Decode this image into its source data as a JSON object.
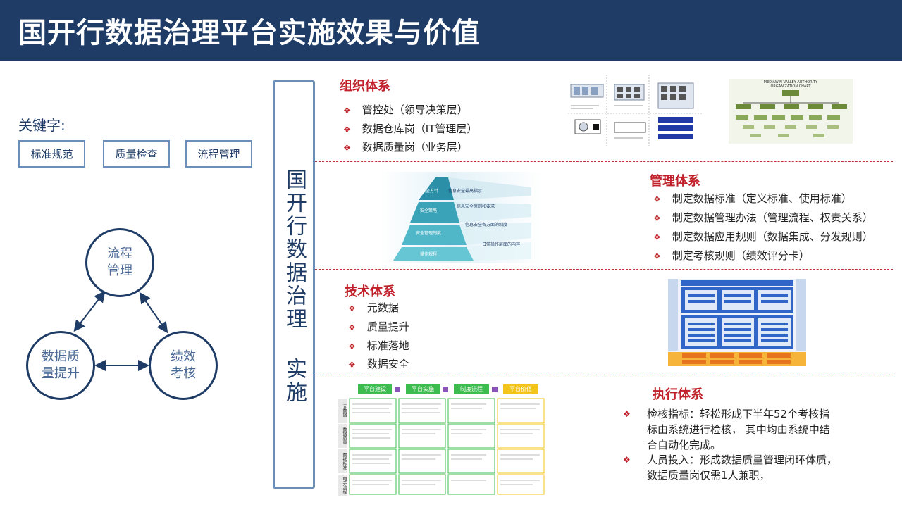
{
  "header": {
    "title": "国开行数据治理平台实施效果与价值"
  },
  "keywords": {
    "label": "关键字:",
    "items": [
      "标准规范",
      "质量检查",
      "流程管理"
    ]
  },
  "cycle": {
    "top": [
      "流程",
      "管理"
    ],
    "left": [
      "数据质",
      "量提升"
    ],
    "right": [
      "绩效",
      "考核"
    ]
  },
  "vertical_title": "国开行数据治理 实施",
  "bullet_symbol": "❖",
  "org": {
    "title": "组织体系",
    "items": [
      "管控处（领导决策层）",
      "数据仓库岗（IT管理层）",
      "数据质量岗（业务层）"
    ],
    "chart_title": [
      "MEDIAWIN VALLEY AUTHORITY",
      "ORGANIZATION CHART"
    ]
  },
  "mgmt": {
    "title": "管理体系",
    "items": [
      "制定数据标准（定义标准、使用标准）",
      "制定数据管理办法（管理流程、权责关系）",
      "制定数据应用规则（数据集成、分发规则）",
      "制定考核规则（绩效评分卡）"
    ],
    "pyramid_levels": [
      "安全方针",
      "安全策略",
      "安全管理制度",
      "操作规程"
    ],
    "pyramid_desc": [
      "信息安全最高指示",
      "信息安全原则和要求",
      "信息安全各方面的制度",
      "日常操作层面的内容"
    ]
  },
  "tech": {
    "title": "技术体系",
    "items": [
      "元数据",
      "质量提升",
      "标准落地",
      "数据安全"
    ]
  },
  "exec": {
    "title": "执行体系",
    "items": [
      "检核指标：轻松形成下半年52个考核指标由系统进行检核， 其中均由系统中结合自动化完成。",
      "人员投入：形成数据质量管理闭环体质，数据质量岗仅需1人兼职，"
    ],
    "table_headers": [
      "平台建设",
      "平台实施",
      "制度流程",
      "平台价值"
    ],
    "row_labels": [
      "元数据",
      "数据质量",
      "数据标准",
      "电子流程"
    ]
  },
  "colors": {
    "header_bg": "#1f3c66",
    "accent_red": "#c0202a",
    "navy": "#1f3c66",
    "box_border": "#6b8fb8"
  }
}
